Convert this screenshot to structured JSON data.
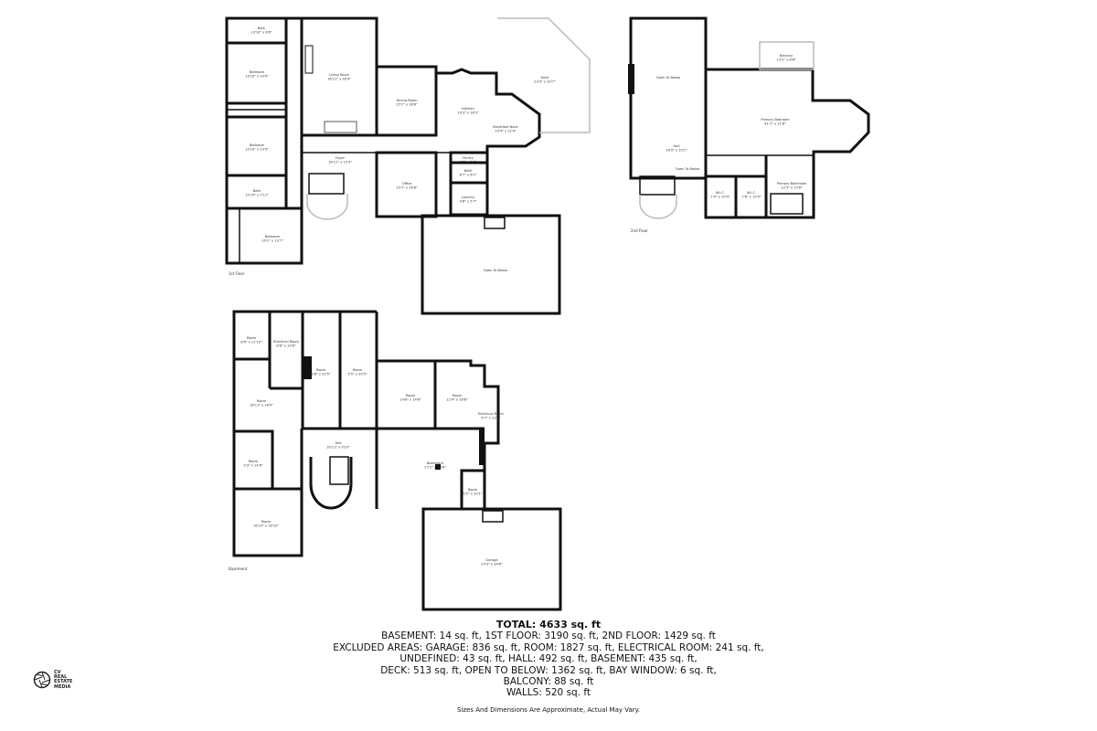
{
  "floors": {
    "first": {
      "label": "1st Floor",
      "rooms": [
        {
          "name": "Bath",
          "dims": "13'10\" x 6'6\""
        },
        {
          "name": "Bedroom",
          "dims": "13'10\" x 14'0\""
        },
        {
          "name": "Bedroom",
          "dims": "13'10\" x 14'3\""
        },
        {
          "name": "Bath",
          "dims": "13'10\" x 7'11\""
        },
        {
          "name": "Bedroom",
          "dims": "10'1\" x 13'7\""
        },
        {
          "name": "Living Room",
          "dims": "16'11\" x 28'4\""
        },
        {
          "name": "Dining Room",
          "dims": "15'1\" x 16'8\""
        },
        {
          "name": "Kitchen",
          "dims": "19'3\" x 18'3\""
        },
        {
          "name": "Breakfast Nook",
          "dims": "10'4\" x 12'4\""
        },
        {
          "name": "Deck",
          "dims": "23'3\" x 29'7\""
        },
        {
          "name": "Foyer",
          "dims": "16'11\" x 13'3\""
        },
        {
          "name": "Office",
          "dims": "15'1\" x 16'6\""
        },
        {
          "name": "Pantry",
          "dims": "8'7\" x 2'7\""
        },
        {
          "name": "Bath",
          "dims": "8'7\" x 6'2\""
        },
        {
          "name": "Laundry",
          "dims": "4'8\" x 5'7\""
        },
        {
          "name": "Open To Below",
          "dims": ""
        }
      ]
    },
    "second": {
      "label": "2nd Floor",
      "rooms": [
        {
          "name": "Open To Below",
          "dims": ""
        },
        {
          "name": "Balcony",
          "dims": "13'2\" x 6'8\""
        },
        {
          "name": "Primary Bedroom",
          "dims": "41'1\" x 21'8\""
        },
        {
          "name": "Hall",
          "dims": "16'9\" x 10'1\""
        },
        {
          "name": "Open To Below",
          "dims": ""
        },
        {
          "name": "W.I.C.",
          "dims": "7'0\" x 10'4\""
        },
        {
          "name": "W.I.C.",
          "dims": "7'6\" x 10'4\""
        },
        {
          "name": "Primary Bathroom",
          "dims": "12'5\" x 15'6\""
        }
      ]
    },
    "basement": {
      "label": "Basement",
      "rooms": [
        {
          "name": "Room",
          "dims": "8'6\" x 11'10\""
        },
        {
          "name": "Electrical Room",
          "dims": "8'6\" x 19'6\""
        },
        {
          "name": "Room",
          "dims": "8'8\" x 29'5\""
        },
        {
          "name": "Room",
          "dims": "9'5\" x 29'5\""
        },
        {
          "name": "Room",
          "dims": "18'11\" x 18'9\""
        },
        {
          "name": "Room",
          "dims": "9'3\" x 14'6\""
        },
        {
          "name": "Room",
          "dims": "16'10\" x 16'10\""
        },
        {
          "name": "Hall",
          "dims": "16'11\" x 9'10\""
        },
        {
          "name": "Room",
          "dims": "14'6\" x 14'6\""
        },
        {
          "name": "Room",
          "dims": "12'4\" x 18'8\""
        },
        {
          "name": "Electrical Room",
          "dims": "4'7\" x 13'5\""
        },
        {
          "name": "Basement",
          "dims": "27'2\" x 20'6\""
        },
        {
          "name": "Room",
          "dims": "5'5\" x 10'1\""
        },
        {
          "name": "Garage",
          "dims": "24'3\" x 34'6\""
        }
      ]
    }
  },
  "summary": {
    "total": "TOTAL: 4633 sq. ft",
    "lines": [
      "BASEMENT: 14 sq. ft, 1ST FLOOR: 3190 sq. ft, 2ND FLOOR: 1429 sq. ft",
      "EXCLUDED AREAS: GARAGE: 836 sq. ft, ROOM: 1827 sq. ft, ELECTRICAL ROOM: 241 sq. ft,",
      "UNDEFINED: 43 sq. ft, HALL: 492 sq. ft, BASEMENT: 435 sq. ft,",
      "DECK: 513 sq. ft, OPEN TO BELOW: 1362 sq. ft, BAY WINDOW: 6 sq. ft,",
      "BALCONY: 88 sq. ft",
      "WALLS: 520 sq. ft"
    ],
    "disclaimer": "Sizes And Dimensions Are Approximate, Actual May Vary."
  },
  "logo": {
    "text": "CV REAL ESTATE MEDIA",
    "icon": "camera-aperture-icon"
  }
}
